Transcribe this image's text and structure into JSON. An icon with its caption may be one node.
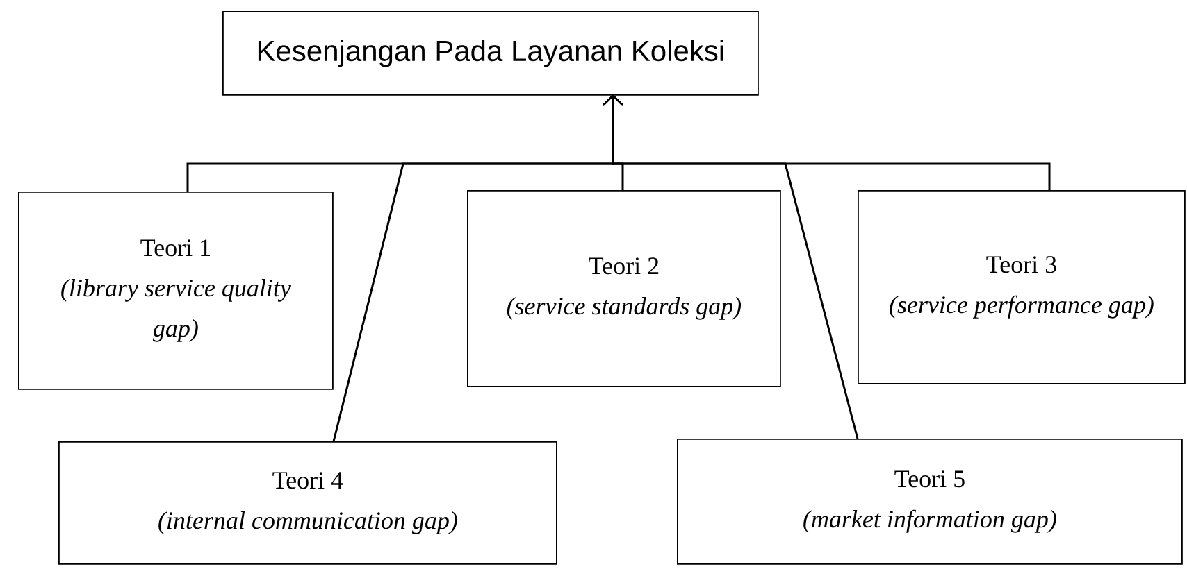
{
  "diagram": {
    "nodes": [
      {
        "text": [
          "Kesenjangan Pada Layanan Koleksi"
        ]
      },
      {
        "text": [
          "Teori 1",
          "(library service quality gap)"
        ]
      },
      {
        "text": [
          "Teori 2",
          "(service standards gap)"
        ]
      },
      {
        "text": [
          "Teori 3",
          "(service performance gap)"
        ]
      },
      {
        "text": [
          "Teori 4",
          "(internal communication gap)"
        ]
      },
      {
        "text": [
          "Teori 5",
          "(market information gap)"
        ]
      }
    ],
    "edges": [
      {
        "from": 1,
        "to": 0,
        "arrow": "to"
      },
      {
        "from": 2,
        "to": 0,
        "arrow": "to"
      },
      {
        "from": 3,
        "to": 0,
        "arrow": "to"
      },
      {
        "from": 4,
        "to": 0,
        "arrow": "to"
      },
      {
        "from": 5,
        "to": 0,
        "arrow": "to"
      }
    ]
  }
}
